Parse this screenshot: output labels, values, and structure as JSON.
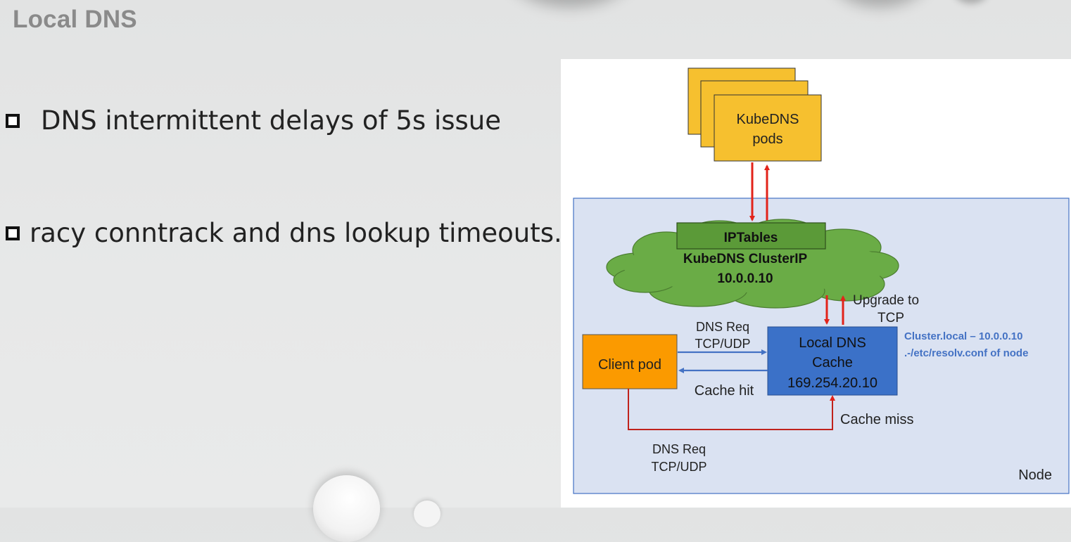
{
  "slide": {
    "title": "Local DNS",
    "bullets": [
      "DNS intermittent delays of 5s issue",
      "racy conntrack and dns lookup timeouts."
    ]
  },
  "diagram": {
    "kubedns_pods": {
      "line1": "KubeDNS",
      "line2": "pods"
    },
    "iptables": "IPTables",
    "cluster_ip": {
      "line1": "KubeDNS ClusterIP",
      "line2": "10.0.0.10"
    },
    "upgrade_label": {
      "line1": "Upgrade to",
      "line2": "TCP"
    },
    "dns_req_top": {
      "line1": "DNS Req",
      "line2": "TCP/UDP"
    },
    "client_pod": "Client pod",
    "cache_hit": "Cache hit",
    "local_dns": {
      "line1": "Local DNS",
      "line2": "Cache",
      "line3": "169.254.20.10"
    },
    "cluster_note": {
      "line1": "Cluster.local – 10.0.0.10",
      "line2": ".-/etc/resolv.conf of node"
    },
    "cache_miss": "Cache miss",
    "dns_req_bottom": {
      "line1": "DNS Req",
      "line2": "TCP/UDP"
    },
    "node_label": "Node"
  },
  "colors": {
    "pods_fill": "#f6c02f",
    "iptables_fill": "#5b9a38",
    "cloud_fill": "#6aac46",
    "client_fill": "#fb9a00",
    "local_dns_fill": "#3b71c8",
    "node_fill": "#dae2f2",
    "red_arrow": "#e2231a",
    "blue_arrow": "#4472c4",
    "note_text": "#4472c4"
  },
  "icons": {
    "bullet": "hollow-square-bullet-icon"
  }
}
